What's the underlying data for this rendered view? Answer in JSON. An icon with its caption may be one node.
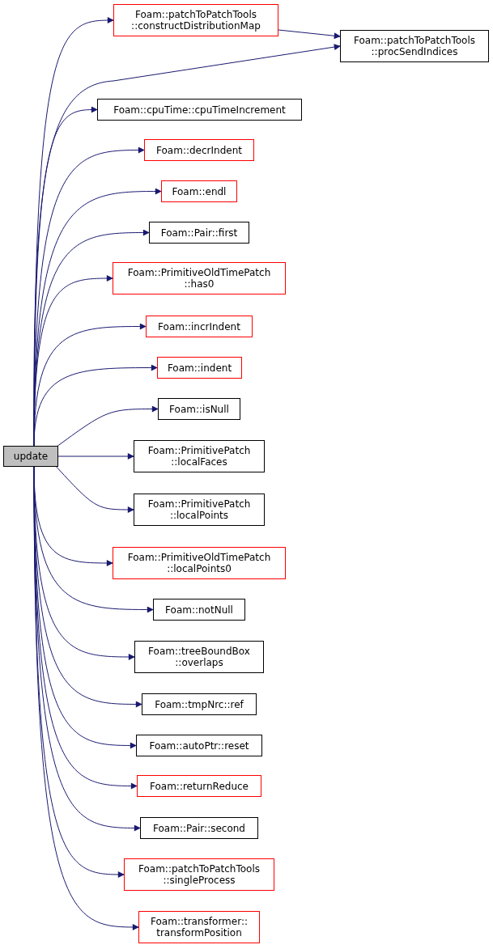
{
  "diagram": {
    "nodes": [
      {
        "text": [
          "update"
        ]
      },
      {
        "text": [
          "Foam::patchToPatchTools ::constructDistributionMap"
        ]
      },
      {
        "text": [
          "Foam::patchToPatchTools ::procSendIndices"
        ]
      },
      {
        "text": [
          "Foam::cpuTime::cpuTimeIncrement"
        ]
      },
      {
        "text": [
          "Foam::decrIndent"
        ]
      },
      {
        "text": [
          "Foam::endl"
        ]
      },
      {
        "text": [
          "Foam::Pair::first"
        ]
      },
      {
        "text": [
          "Foam::PrimitiveOldTimePatch ::has0"
        ]
      },
      {
        "text": [
          "Foam::incrIndent"
        ]
      },
      {
        "text": [
          "Foam::indent"
        ]
      },
      {
        "text": [
          "Foam::isNull"
        ]
      },
      {
        "text": [
          "Foam::PrimitivePatch ::localFaces"
        ]
      },
      {
        "text": [
          "Foam::PrimitivePatch ::localPoints"
        ]
      },
      {
        "text": [
          "Foam::PrimitiveOldTimePatch ::localPoints0"
        ]
      },
      {
        "text": [
          "Foam::notNull"
        ]
      },
      {
        "text": [
          "Foam::treeBoundBox ::overlaps"
        ]
      },
      {
        "text": [
          "Foam::tmpNrc::ref"
        ]
      },
      {
        "text": [
          "Foam::autoPtr::reset"
        ]
      },
      {
        "text": [
          "Foam::returnReduce"
        ]
      },
      {
        "text": [
          "Foam::Pair::second"
        ]
      },
      {
        "text": [
          "Foam::patchToPatchTools ::singleProcess"
        ]
      },
      {
        "text": [
          "Foam::transformer:: transformPosition"
        ]
      }
    ],
    "edges": [
      {
        "from": 0,
        "to": 1,
        "arrow": "to"
      },
      {
        "from": 1,
        "to": 2,
        "arrow": "to"
      },
      {
        "from": 0,
        "to": 2,
        "arrow": "to"
      },
      {
        "from": 0,
        "to": 3,
        "arrow": "to"
      },
      {
        "from": 0,
        "to": 4,
        "arrow": "to"
      },
      {
        "from": 0,
        "to": 5,
        "arrow": "to"
      },
      {
        "from": 0,
        "to": 6,
        "arrow": "to"
      },
      {
        "from": 0,
        "to": 7,
        "arrow": "to"
      },
      {
        "from": 0,
        "to": 8,
        "arrow": "to"
      },
      {
        "from": 0,
        "to": 9,
        "arrow": "to"
      },
      {
        "from": 0,
        "to": 10,
        "arrow": "to"
      },
      {
        "from": 0,
        "to": 11,
        "arrow": "to"
      },
      {
        "from": 0,
        "to": 12,
        "arrow": "to"
      },
      {
        "from": 0,
        "to": 13,
        "arrow": "to"
      },
      {
        "from": 0,
        "to": 14,
        "arrow": "to"
      },
      {
        "from": 0,
        "to": 15,
        "arrow": "to"
      },
      {
        "from": 0,
        "to": 16,
        "arrow": "to"
      },
      {
        "from": 0,
        "to": 17,
        "arrow": "to"
      },
      {
        "from": 0,
        "to": 18,
        "arrow": "to"
      },
      {
        "from": 0,
        "to": 19,
        "arrow": "to"
      },
      {
        "from": 0,
        "to": 20,
        "arrow": "to"
      },
      {
        "from": 0,
        "to": 21,
        "arrow": "to"
      }
    ]
  }
}
